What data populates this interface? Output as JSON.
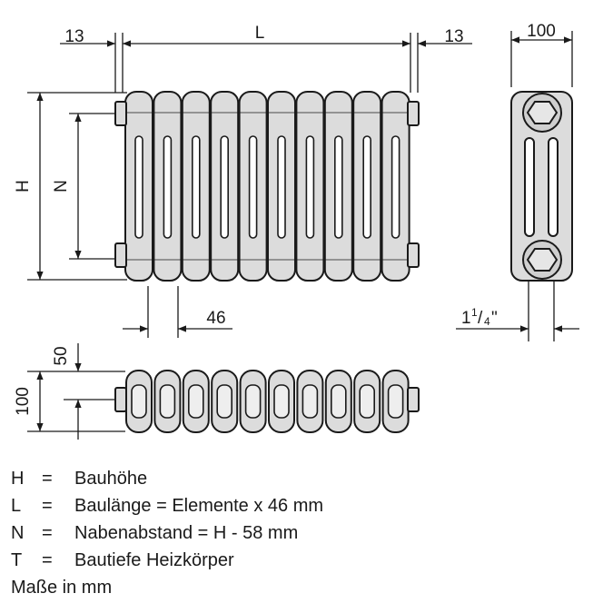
{
  "dimensions": {
    "left_offset": "13",
    "length": "L",
    "right_offset": "13",
    "depth_top": "100",
    "height": "H",
    "hub_distance": "N",
    "element_pitch": "46",
    "connection": "1",
    "connection_frac_num": "1",
    "connection_frac_den": "4",
    "connection_unit": "\"",
    "side_offset": "50",
    "side_depth": "100"
  },
  "legend": [
    {
      "symbol": "H",
      "eq": "=",
      "text": "Bauhöhe"
    },
    {
      "symbol": "L",
      "eq": "=",
      "text": "Baulänge = Elemente x 46 mm"
    },
    {
      "symbol": "N",
      "eq": "=",
      "text": "Nabenabstand = H - 58 mm"
    },
    {
      "symbol": "T",
      "eq": "=",
      "text": "Bautiefe Heizkörper"
    }
  ],
  "note": "Maße in mm",
  "colors": {
    "fill": "#dcdcdc",
    "stroke": "#1a1a1a"
  }
}
